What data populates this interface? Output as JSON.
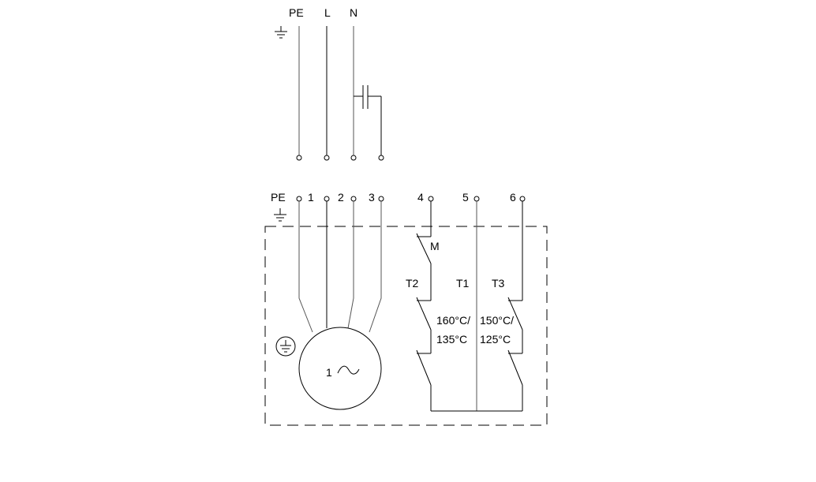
{
  "supply_labels": {
    "pe": "PE",
    "l": "L",
    "n": "N"
  },
  "terminal_labels": {
    "pe": "PE",
    "t1": "1",
    "t2": "2",
    "t3": "3",
    "t4": "4",
    "t5": "5",
    "t6": "6"
  },
  "components": {
    "switch_m": "M",
    "thermo_t2": "T2",
    "thermo_t1": "T1",
    "thermo_t3": "T3",
    "t2_temp_line1": "160°C/",
    "t2_temp_line2": "135°C",
    "t3_temp_line1": "150°C/",
    "t3_temp_line2": "125°C",
    "motor_label": "1"
  }
}
